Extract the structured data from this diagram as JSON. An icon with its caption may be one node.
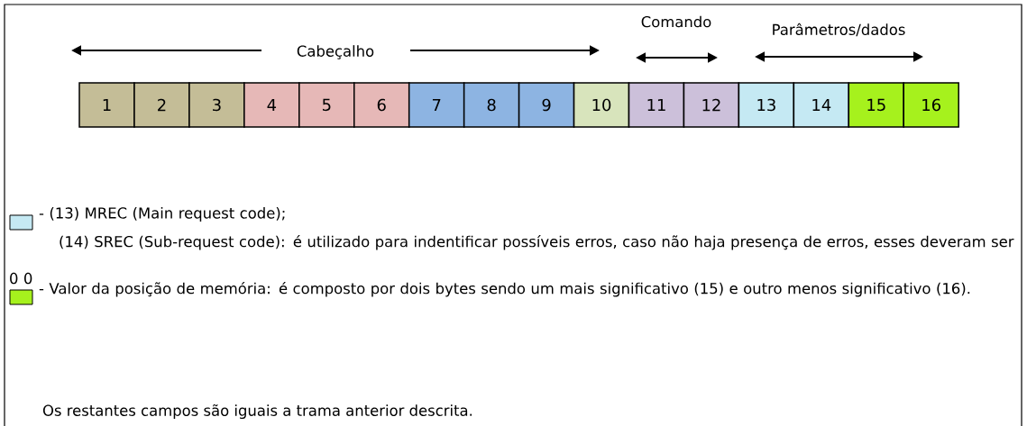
{
  "diagram": {
    "nodes": [
      {
        "text": [
          "1"
        ]
      },
      {
        "text": [
          "2"
        ]
      },
      {
        "text": [
          "3"
        ]
      },
      {
        "text": [
          "4"
        ]
      },
      {
        "text": [
          "5"
        ]
      },
      {
        "text": [
          "6"
        ]
      },
      {
        "text": [
          "7"
        ]
      },
      {
        "text": [
          "8"
        ]
      },
      {
        "text": [
          "9"
        ]
      },
      {
        "text": [
          "10"
        ]
      },
      {
        "text": [
          "11"
        ]
      },
      {
        "text": [
          "12"
        ]
      },
      {
        "text": [
          "13"
        ]
      },
      {
        "text": [
          "14"
        ]
      },
      {
        "text": [
          "15"
        ]
      },
      {
        "text": [
          "16"
        ]
      }
    ],
    "labels": [
      "Cabeçalho",
      "Comando",
      "Parâmetros/dados",
      "(14) SREC (Sub-request code): é utilizado para indentificar possíveis erros, caso não haja presença de erros, esses deveram ser 0 0",
      "Os restantes campos são iguais a trama anterior descrita."
    ],
    "legend": [
      {
        "text": "- (13) MREC (Main request code);",
        "color": "#c5e9f3"
      },
      {
        "text": "- Valor da posição de memória: é composto por dois bytes sendo um mais significativo (15) e outro menos significativo (16).",
        "color": "#a6f11d"
      }
    ]
  }
}
